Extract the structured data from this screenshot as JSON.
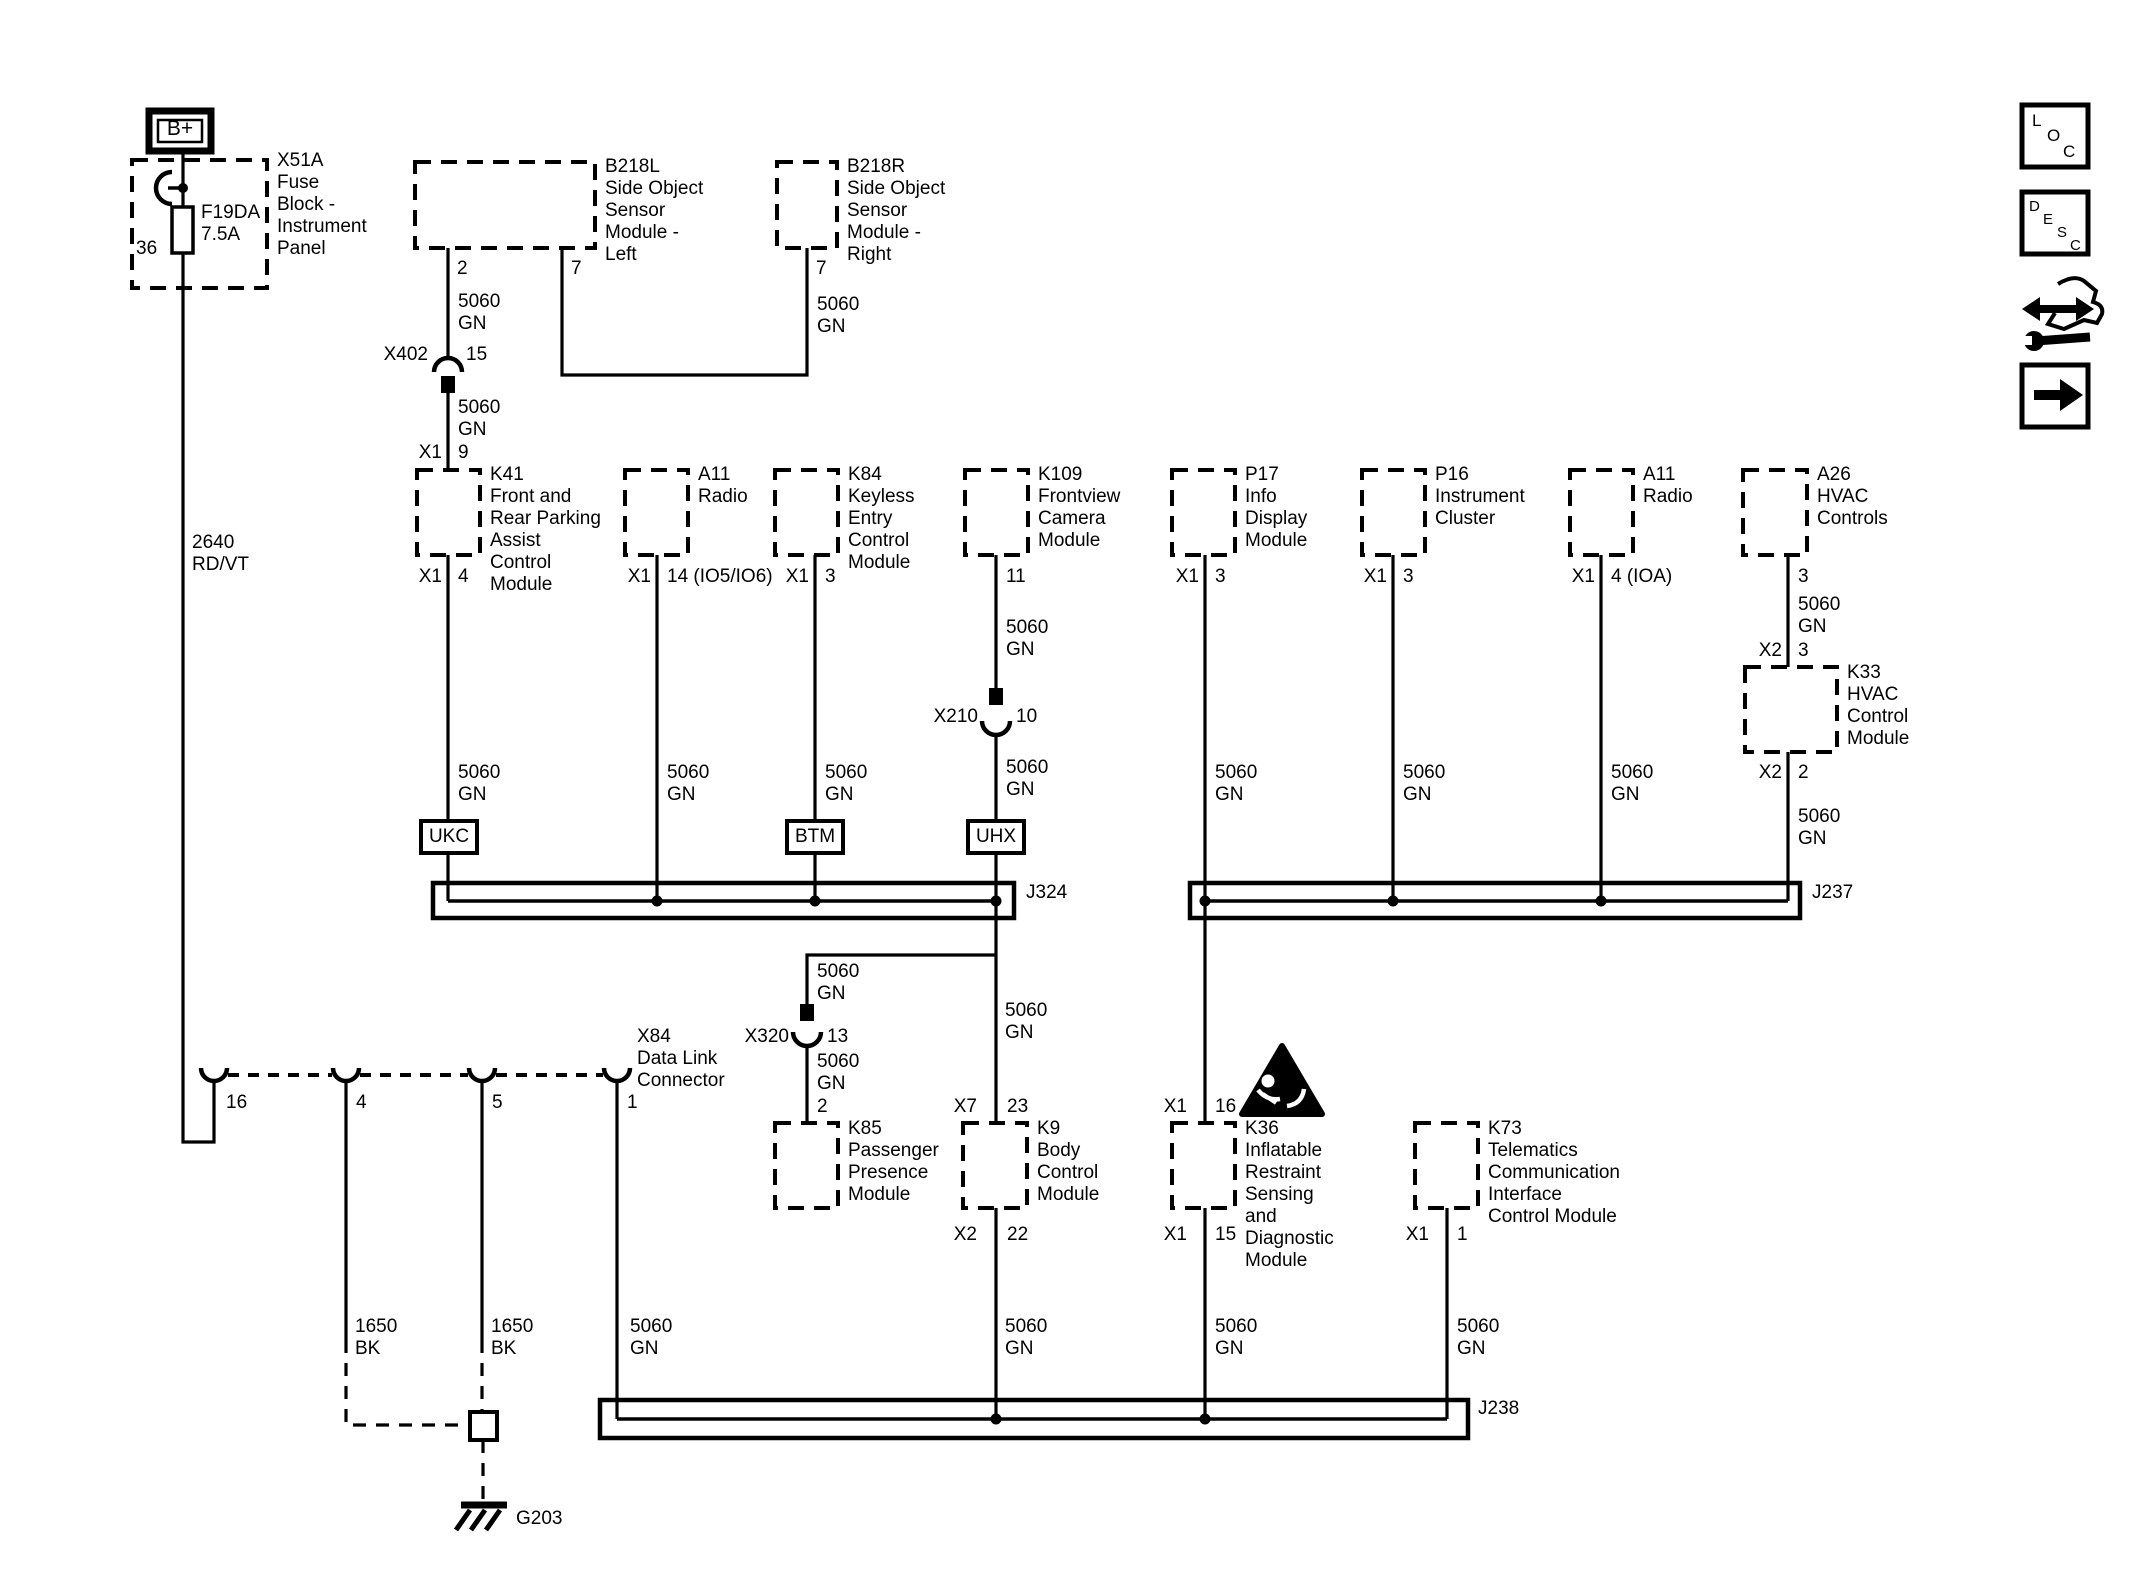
{
  "diagram": {
    "power": {
      "terminal": "B+",
      "block": "X51A\nFuse\nBlock -\nInstrument\nPanel",
      "fuse": "F19DA\n7.5A",
      "fuse_pin": "36",
      "wire": "2640\nRD/VT"
    },
    "wire_codes": {
      "serial_data": "5060\nGN",
      "ground": "1650\nBK"
    },
    "modules": {
      "b218l": {
        "name": "B218L\nSide Object\nSensor\nModule -\nLeft",
        "pin_a": "2",
        "pin_b": "7"
      },
      "b218r": {
        "name": "B218R\nSide Object\nSensor\nModule -\nRight",
        "pin": "7"
      },
      "k41": {
        "name": "K41\nFront and\nRear Parking\nAssist\nControl\nModule",
        "top_conn": "X1",
        "top_pin": "9",
        "bottom_conn": "X1",
        "bottom_pin": "4"
      },
      "a11_left": {
        "name": "A11\nRadio",
        "conn": "X1",
        "pin": "14 (IO5/IO6)"
      },
      "k84": {
        "name": "K84\nKeyless\nEntry\nControl\nModule",
        "conn": "X1",
        "pin": "3"
      },
      "k109": {
        "name": "K109\nFrontview\nCamera\nModule",
        "pin": "11"
      },
      "p17": {
        "name": "P17\nInfo\nDisplay\nModule",
        "conn": "X1",
        "pin": "3"
      },
      "p16": {
        "name": "P16\nInstrument\nCluster",
        "conn": "X1",
        "pin": "3"
      },
      "a11_right": {
        "name": "A11\nRadio",
        "conn": "X1",
        "pin": "4 (IOA)"
      },
      "a26": {
        "name": "A26\nHVAC\nControls",
        "pin": "3"
      },
      "k33": {
        "name": "K33\nHVAC\nControl\nModule",
        "top_conn": "X2",
        "top_pin": "3",
        "bottom_conn": "X2",
        "bottom_pin": "2"
      },
      "k85": {
        "name": "K85\nPassenger\nPresence\nModule",
        "pin": "2"
      },
      "k9": {
        "name": "K9\nBody\nControl\nModule",
        "top_conn": "X7",
        "top_pin": "23",
        "bottom_conn": "X2",
        "bottom_pin": "22"
      },
      "k36": {
        "name": "K36\nInflatable\nRestraint\nSensing\nand\nDiagnostic\nModule",
        "top_conn": "X1",
        "top_pin": "16",
        "bottom_conn": "X1",
        "bottom_pin": "15"
      },
      "k73": {
        "name": "K73\nTelematics\nCommunication\nInterface\nControl Module",
        "conn": "X1",
        "pin": "1"
      }
    },
    "splices": {
      "x402": {
        "label": "X402",
        "pin": "15"
      },
      "x210": {
        "label": "X210",
        "pin": "10"
      },
      "x320": {
        "label": "X320",
        "pin": "13"
      }
    },
    "dlc": {
      "name": "X84\nData Link\nConnector",
      "pin_16": "16",
      "pin_4": "4",
      "pin_5": "5",
      "pin_1": "1"
    },
    "taps": {
      "ukc": "UKC",
      "btm": "BTM",
      "uhx": "UHX"
    },
    "buses": {
      "j324": "J324",
      "j237": "J237",
      "j238": "J238"
    },
    "ground": {
      "label": "G203"
    },
    "sidebar": {
      "loc": [
        "L",
        "O",
        "C"
      ],
      "desc": [
        "D",
        "E",
        "S",
        "C"
      ]
    }
  }
}
